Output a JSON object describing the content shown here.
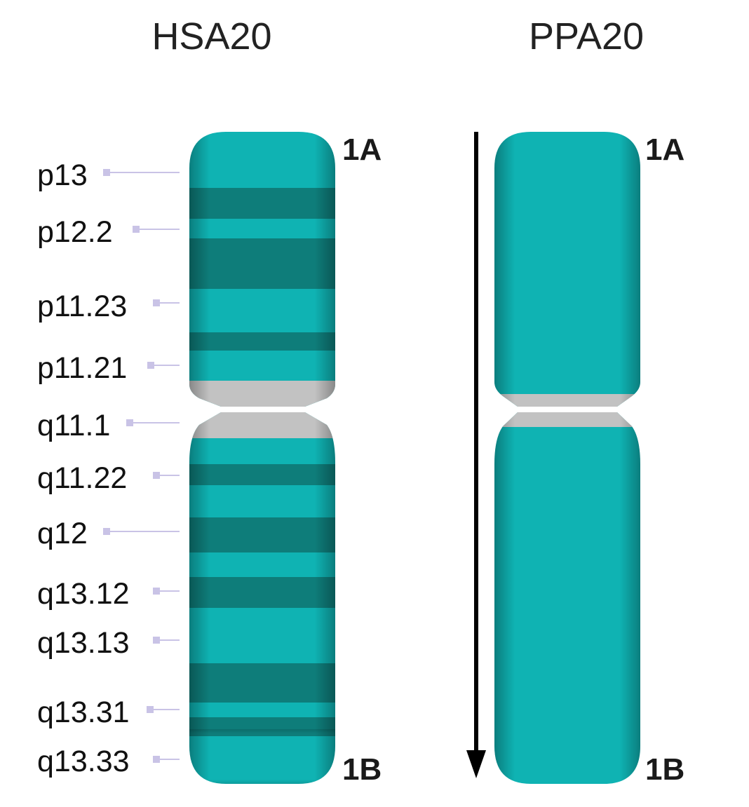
{
  "titles": {
    "left": "HSA20",
    "right": "PPA20"
  },
  "left_chromosome": {
    "end_labels": {
      "top": "1A",
      "bottom": "1B"
    },
    "band_labels": [
      "p13",
      "p12.2",
      "p11.23",
      "p11.21",
      "q11.1",
      "q11.22",
      "q12",
      "q13.12",
      "q13.13",
      "q13.31",
      "q13.33"
    ]
  },
  "right_chromosome": {
    "end_labels": {
      "top": "1A",
      "bottom": "1B"
    }
  },
  "colors": {
    "band_light": "#0fb3b3",
    "band_dark": "#0e7d7a",
    "centromere": "#c2c2c2",
    "leader_line": "#c9c3e6",
    "arrow": "#000000"
  },
  "icons": {
    "orientation_arrow": "down-arrow-icon"
  }
}
